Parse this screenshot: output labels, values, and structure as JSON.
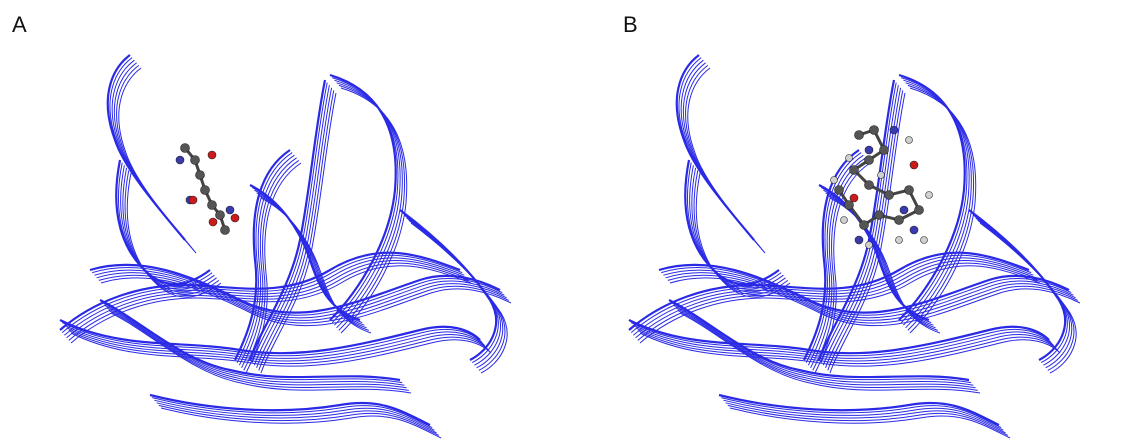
{
  "panels": [
    {
      "label": "A",
      "ligand": "short-peptide"
    },
    {
      "label": "B",
      "ligand": "extended-peptide"
    }
  ],
  "colors": {
    "ribbon": "#2a2ae6",
    "carbon": "#555555",
    "oxygen": "#cc1b1b",
    "nitrogen": "#3a3ab0",
    "hydrogen": "#d0d0d0"
  }
}
